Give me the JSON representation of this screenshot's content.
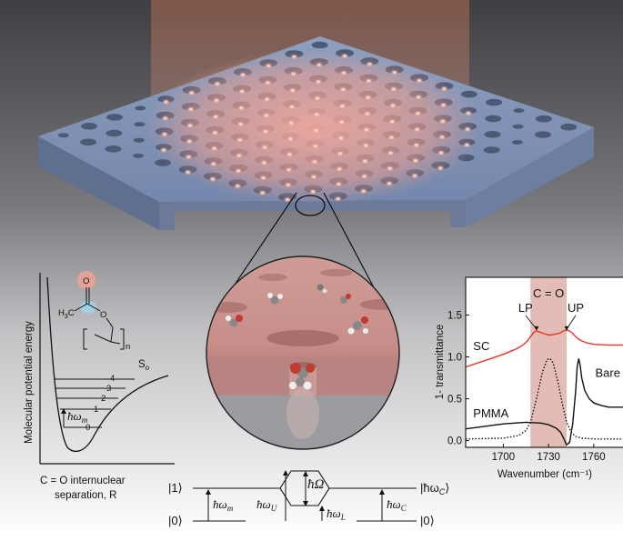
{
  "potential": {
    "ylabel": "Molecular potential energy",
    "xlabel_line1": "C = O internuclear",
    "xlabel_line2": "separation, R",
    "state_label": "S",
    "state_sub": "o",
    "levels": [
      "0",
      "1",
      "2",
      "3",
      "4"
    ],
    "transition": "ħω",
    "transition_sub": "m"
  },
  "molecule": {
    "o1": "O",
    "o2": "O",
    "ch3": "H",
    "ch3_sub": "3",
    "ch3_c": "C",
    "n": "n"
  },
  "levels_diagram": {
    "ket1_left": "|1⟩",
    "ket0_left": "|0⟩",
    "ket_c_right": "|ħω",
    "ket_c_right_sub": "C",
    "ket0_right": "|0⟩",
    "hw": "ħω",
    "m": "m",
    "u": "U",
    "l": "L",
    "c": "C",
    "rabi": "ħΩ"
  },
  "chart_data": {
    "type": "line",
    "xlabel": "Wavenumber (cm⁻¹)",
    "ylabel": "1- transmittance",
    "xlim": [
      1675,
      1780
    ],
    "ylim": [
      -0.08,
      1.95
    ],
    "xticks": [
      1700,
      1730,
      1760
    ],
    "yticks": [
      0.0,
      0.5,
      1.0,
      1.5
    ],
    "highlight": {
      "label": "C = O",
      "x_range": [
        1718,
        1742
      ],
      "color": "#d9a79c"
    },
    "annotations": [
      {
        "text": "LP",
        "target": [
          1722,
          1.3
        ]
      },
      {
        "text": "UP",
        "target": [
          1742,
          1.3
        ]
      },
      {
        "text": "SC",
        "at": [
          1680,
          1.08
        ]
      },
      {
        "text": "PMMA",
        "at": [
          1680,
          0.28
        ]
      },
      {
        "text": "Bare",
        "at": [
          1761,
          0.76
        ]
      }
    ],
    "series": [
      {
        "name": "SC",
        "color": "#e8362a",
        "style": "solid",
        "x": [
          1675,
          1690,
          1700,
          1708,
          1713,
          1716,
          1718,
          1720,
          1722,
          1725,
          1728,
          1731,
          1734,
          1737,
          1740,
          1742,
          1744,
          1746,
          1748,
          1751,
          1755,
          1760,
          1770,
          1780
        ],
        "y": [
          0.88,
          0.97,
          1.03,
          1.09,
          1.14,
          1.19,
          1.24,
          1.29,
          1.31,
          1.29,
          1.27,
          1.26,
          1.27,
          1.28,
          1.31,
          1.32,
          1.31,
          1.28,
          1.24,
          1.2,
          1.17,
          1.15,
          1.14,
          1.14
        ]
      },
      {
        "name": "PMMA",
        "color": "#111111",
        "style": "dotted",
        "x": [
          1675,
          1700,
          1710,
          1715,
          1718,
          1722,
          1726,
          1729,
          1731,
          1733,
          1736,
          1739,
          1742,
          1745,
          1748,
          1752,
          1760,
          1780
        ],
        "y": [
          0.02,
          0.03,
          0.06,
          0.12,
          0.22,
          0.5,
          0.82,
          0.97,
          0.98,
          0.93,
          0.72,
          0.45,
          0.22,
          0.1,
          0.05,
          0.03,
          0.02,
          0.02
        ]
      },
      {
        "name": "Bare",
        "color": "#111111",
        "style": "solid",
        "x": [
          1675,
          1700,
          1715,
          1725,
          1730,
          1735,
          1738,
          1740,
          1742,
          1744,
          1746,
          1748,
          1749,
          1750,
          1751,
          1752,
          1754,
          1757,
          1760,
          1765,
          1770,
          1780
        ],
        "y": [
          0.14,
          0.2,
          0.22,
          0.21,
          0.19,
          0.15,
          0.1,
          0.03,
          -0.05,
          -0.02,
          0.2,
          0.6,
          0.88,
          0.98,
          0.9,
          0.75,
          0.6,
          0.5,
          0.45,
          0.42,
          0.4,
          0.4
        ]
      }
    ]
  }
}
